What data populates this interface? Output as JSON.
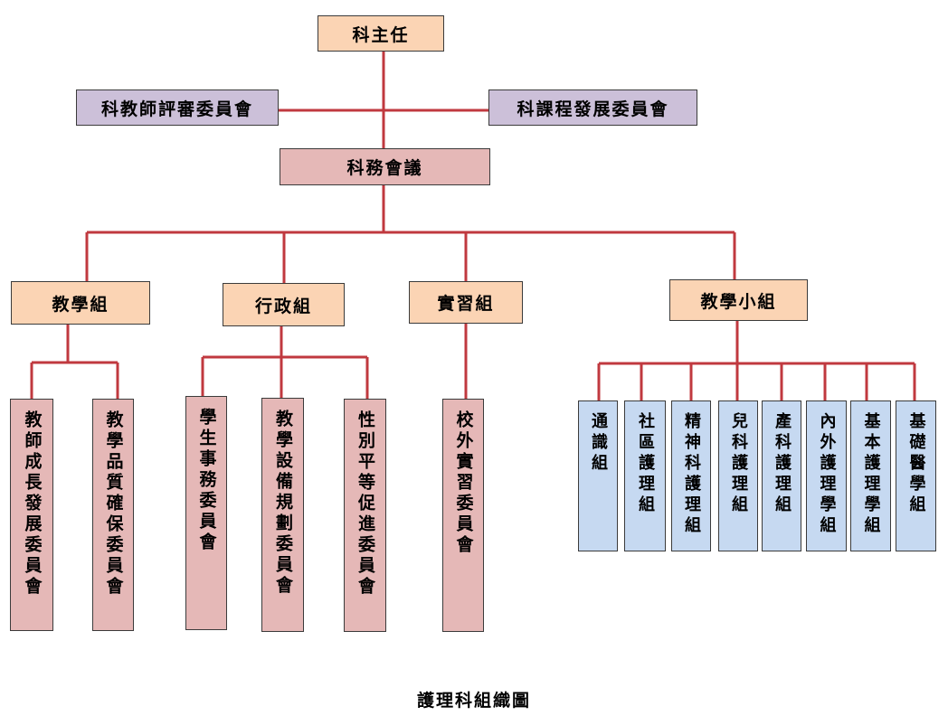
{
  "chair": "科主任",
  "committees": {
    "left": "科教師評審委員會",
    "right": "科課程發展委員會"
  },
  "meeting": "科務會議",
  "groups": {
    "teaching": "教學組",
    "admin": "行政組",
    "practicum": "實習組",
    "small": "教學小組"
  },
  "teaching_sub": [
    "教師成長發展委員會",
    "教學品質確保委員會"
  ],
  "admin_sub": [
    "學生事務委員會",
    "教學設備規劃委員會",
    "性別平等促進委員會"
  ],
  "practicum_sub": [
    "校外實習委員會"
  ],
  "small_sub": [
    "通識組",
    "社區護理組",
    "精神科護理組",
    "兒科護理組",
    "產科護理組",
    "內外護理學組",
    "基本護理學組",
    "基礎醫學組"
  ],
  "caption": "護理科組織圖",
  "colors": {
    "line": "#c0393f",
    "peach": "#fbd4b4",
    "lavender": "#ccc0d9",
    "pink": "#e5b8b7",
    "blue": "#c6d9f1"
  }
}
